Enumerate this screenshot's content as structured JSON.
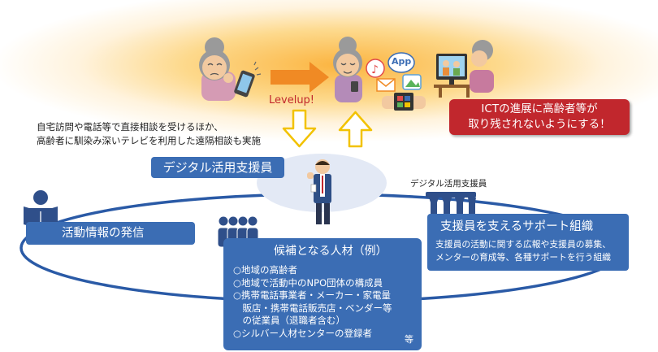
{
  "consult_text": [
    "自宅訪問や電話等で直接相談を受けるほか、",
    "高齢者に馴染み深いテレビを利用した遠隔相談も実施"
  ],
  "levelup_label": "Levelup!",
  "app_label": "App",
  "ict_message": [
    "ICTの進展に高齢者等が",
    "取り残されないようにする！"
  ],
  "digital_supporter_box": "デジタル活用支援員",
  "digital_supporter_small": "デジタル活用支援員",
  "activity_box": "活動情報の発信",
  "support_org": {
    "title": "支援員を支えるサポート組織",
    "desc": [
      "支援員の活動に関する広報や支援員の募集、",
      "メンターの育成等、各種サポートを行う組織"
    ]
  },
  "candidates": {
    "title": "候補となる人材（例）",
    "items": [
      "○地域の高齢者",
      "○地域で活動中のNPO団体の構成員",
      "○携帯電話事業者・メーカー・家電量",
      "　販店・携帯電話販売店・ベンダー等",
      "　の従業員（退職者含む）",
      "○シルバー人材センターの登録者"
    ],
    "etc": "等"
  },
  "colors": {
    "blue": "#3b6db4",
    "red": "#c1272d",
    "orange": "#f08a24",
    "line": "#2a5aa6"
  }
}
